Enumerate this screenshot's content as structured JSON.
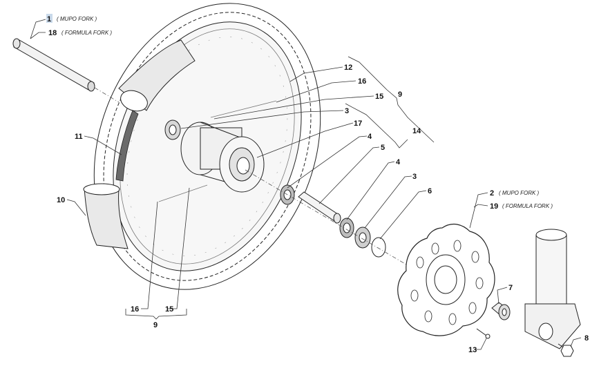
{
  "labels": {
    "p1": "1",
    "p1_note": "( MUPO FORK )",
    "p18": "18",
    "p18_note": "( FORMULA FORK )",
    "p12": "12",
    "p16a": "16",
    "p15a": "15",
    "p9a": "9",
    "p3a": "3",
    "p17": "17",
    "p14": "14",
    "p4a": "4",
    "p5": "5",
    "p4b": "4",
    "p3b": "3",
    "p6": "6",
    "p11": "11",
    "p10": "10",
    "p2": "2",
    "p2_note": "( MUPO FORK )",
    "p19": "19",
    "p19_note": "( FORMULA FORK )",
    "p7": "7",
    "p8": "8",
    "p13": "13",
    "p16b": "16",
    "p15b": "15",
    "p9b": "9"
  },
  "colors": {
    "highlight": "#c9d9ea",
    "tyre": "#5a5a5a",
    "rim": "#f4f4f4",
    "line": "#333333"
  }
}
